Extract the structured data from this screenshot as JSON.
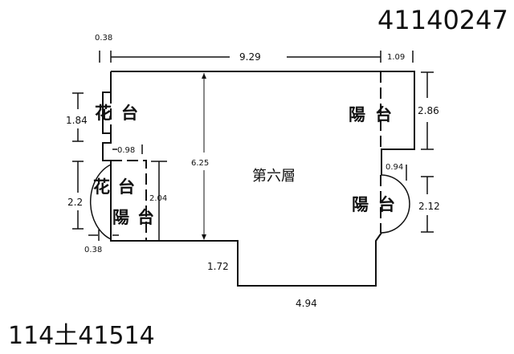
{
  "document": {
    "top_id": "41140247",
    "bottom_id": "114土41514",
    "floor_label": "第六層"
  },
  "areas": {
    "planter_top": "花台",
    "planter_left": "花台",
    "balcony_left": "陽台",
    "balcony_right_top": "陽台",
    "balcony_right_bottom": "陽台"
  },
  "dimensions": {
    "top_left_offset": "0.38",
    "top_main_width": "9.29",
    "top_right_balcony": "1.09",
    "left_planter_height": "1.84",
    "left_planter_depth": "0.98",
    "left_lower_height": "2.2",
    "left_balcony_height": "2.04",
    "bottom_left_offset": "0.38",
    "main_height": "6.25",
    "step_height": "1.72",
    "bottom_width": "4.94",
    "right_balcony_height": "2.86",
    "right_lower_depth": "0.94",
    "right_lower_height": "2.12"
  }
}
